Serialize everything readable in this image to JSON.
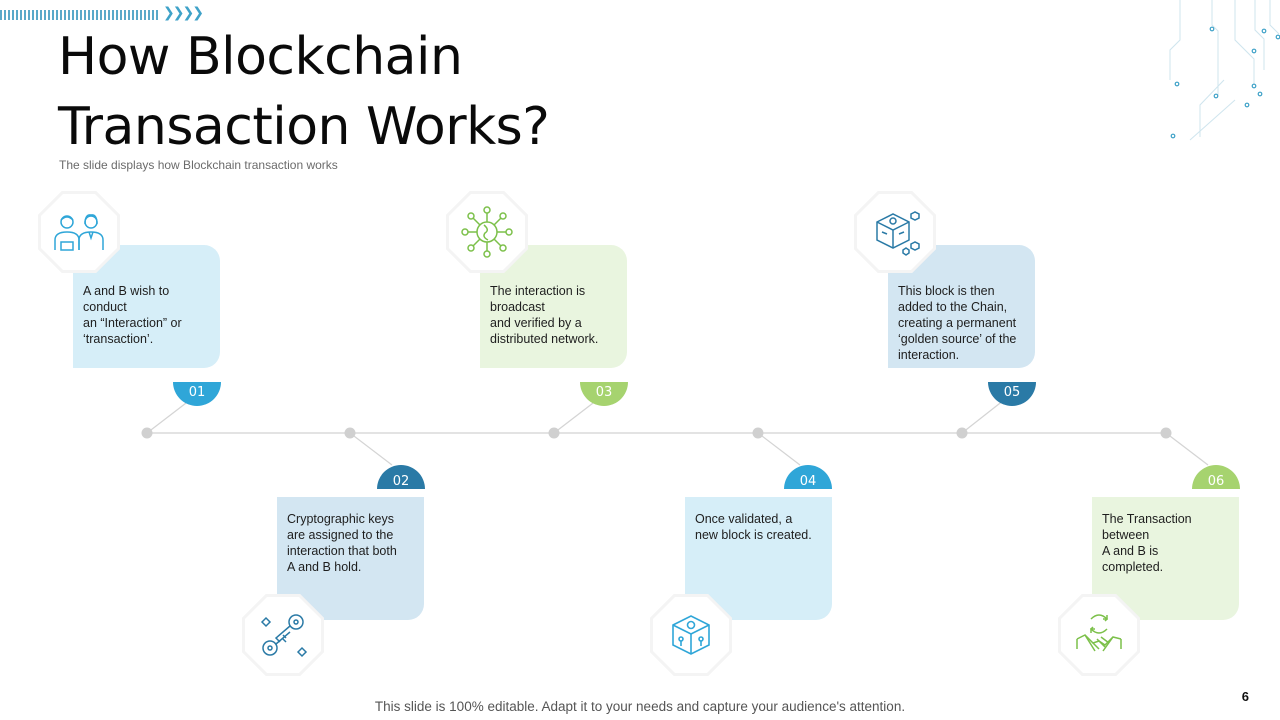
{
  "title": "How Blockchain Transaction Works?",
  "subtitle": "The slide displays how Blockchain transaction works",
  "steps": [
    {
      "num": "01",
      "text": "A and B wish to\nconduct\nan “Interaction”  or\n‘transaction’.",
      "icon": "users-icon"
    },
    {
      "num": "02",
      "text": "Cryptographic  keys\nare assigned to the\ninteraction that both\nA and B hold.",
      "icon": "keys-icon"
    },
    {
      "num": "03",
      "text": "The interaction is\nbroadcast\nand verified  by a\ndistributed network.",
      "icon": "network-icon"
    },
    {
      "num": "04",
      "text": "Once validated,  a\nnew block is created.",
      "icon": "block-icon"
    },
    {
      "num": "05",
      "text": "This block is then\nadded to the Chain,\ncreating a permanent\n‘golden source’ of the\ninteraction.",
      "icon": "blockchain-icon"
    },
    {
      "num": "06",
      "text": "The Transaction\nbetween\nA and B is\ncompleted.",
      "icon": "handshake-icon"
    }
  ],
  "colors": {
    "blue": "#2fa6d8",
    "green": "#a6d36f",
    "steel": "#2a7aa6"
  },
  "footer": "This slide is 100% editable. Adapt it to your needs and capture your audience's attention.",
  "page_number": "6"
}
